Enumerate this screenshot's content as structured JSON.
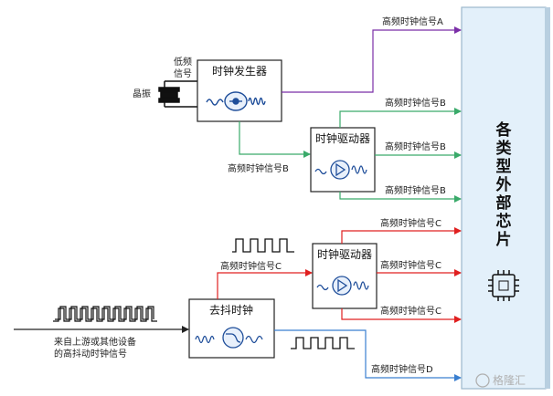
{
  "crystal": {
    "top_label_line1": "低频",
    "top_label_line2": "信号",
    "side_label": "晶振"
  },
  "clock_generator": {
    "title": "时钟发生器"
  },
  "clock_driver_1": {
    "title": "时钟驱动器"
  },
  "clock_driver_2": {
    "title": "时钟驱动器"
  },
  "jitter_cleaner": {
    "title": "去抖时钟"
  },
  "chip": {
    "label_chars": [
      "各",
      "类",
      "型",
      "外",
      "部",
      "芯",
      "片"
    ]
  },
  "signals": {
    "a": "高频时钟信号A",
    "b_in": "高频时钟信号B",
    "b_out_1": "高频时钟信号B",
    "b_out_2": "高频时钟信号B",
    "b_out_3": "高频时钟信号B",
    "c_in": "高频时钟信号C",
    "c_out_1": "高频时钟信号C",
    "c_out_2": "高频时钟信号C",
    "c_out_3": "高频时钟信号C",
    "d": "高频时钟信号D"
  },
  "source": {
    "line1": "来自上游或其他设备",
    "line2": "的高抖动时钟信号"
  },
  "watermark": "格隆汇",
  "colors": {
    "signal_a": "#7b2fa8",
    "signal_b": "#3aaa6a",
    "signal_c": "#e02020",
    "signal_d": "#3a7fd0",
    "chip_fill": "#e3f0fa",
    "wave_blue": "#1f4e9a"
  }
}
